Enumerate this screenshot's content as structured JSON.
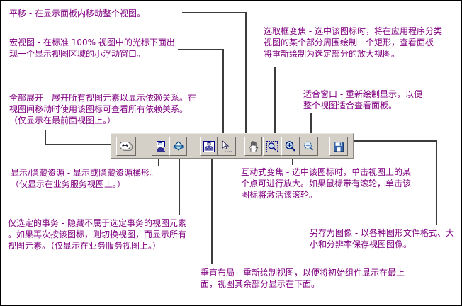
{
  "colors": {
    "annotation_text": "#800080",
    "callout_line": "#3c3c3c",
    "toolbar_bg": "#d4d0c8",
    "icon_navy": "#000084",
    "icon_blue": "#3a6ea5",
    "lens_blue": "#c6ddf2",
    "canvas_bg": "#ffffff",
    "border": "#000000"
  },
  "toolbar": {
    "buttons": [
      {
        "name": "expand-all",
        "icon": "expand-all-icon"
      },
      {
        "name": "show-hide-resources",
        "icon": "display-monitor-icon"
      },
      {
        "name": "selected-transactions-only",
        "icon": "diamond-arrows-icon"
      },
      {
        "name": "vertical-layout",
        "icon": "org-chart-icon"
      },
      {
        "name": "macro-view",
        "icon": "cursor-marquee-icon"
      },
      {
        "name": "pan",
        "icon": "hand-icon"
      },
      {
        "name": "marquee-zoom",
        "icon": "magnifier-marquee-icon"
      },
      {
        "name": "interactive-zoom",
        "icon": "magnifier-plus-icon"
      },
      {
        "name": "fit-to-window",
        "icon": "magnifier-fit-icon"
      },
      {
        "name": "save-as-image",
        "icon": "floppy-disk-icon"
      }
    ]
  },
  "annotations": {
    "pan": {
      "lines": [
        "平移 - 在显示面板内移动整个视图。"
      ]
    },
    "macro_view": {
      "lines": [
        "宏视图 - 在标准 100% 视图中的光标下面出",
        "现一个显示视图区域的小浮动窗口。"
      ]
    },
    "marquee_zoom": {
      "lines": [
        "选取框变焦 - 选中该图标时，将在应用程序分类",
        "视图的某个部分周围绘制一个矩形，查看面板",
        "将重新绘制为选定部分的放大视图。"
      ]
    },
    "expand_all": {
      "lines": [
        "全部展开 - 展开所有视图元素以显示依赖关系。在",
        "视图间移动时使用该图标可查看所有依赖关系。",
        "（仅显示在最前面视图上。）"
      ]
    },
    "fit_to_window": {
      "lines": [
        "适合窗口 - 重新绘制显示，以便",
        "整个视图适合查看面板。"
      ]
    },
    "show_hide_resources": {
      "lines": [
        "显示/隐藏资源 - 显示或隐藏资源梯形。",
        "（仅显示在业务服务视图上。）"
      ]
    },
    "interactive_zoom": {
      "lines": [
        "互动式变焦 - 选中该图标时，单击视图上的某",
        "个点可进行放大。如果鼠标带有滚轮，单击该",
        "图标将激活该滚轮。"
      ]
    },
    "selected_transactions": {
      "lines": [
        "仅选定的事务 - 隐藏不属于选定事务的视图元素",
        "。如果再次按该图标，则切换视图，而显示所有",
        "视图元素。（仅显示在业务服务视图上。）"
      ]
    },
    "save_as_image": {
      "lines": [
        "另存为图像 - 以各种图形文件格式、大",
        "小和分辨率保存视图图像。"
      ]
    },
    "vertical_layout": {
      "lines": [
        "垂直布局 - 重新绘制视图，以便将初始组件显示在最上",
        "面，视图其余部分显示在下面。"
      ]
    }
  }
}
